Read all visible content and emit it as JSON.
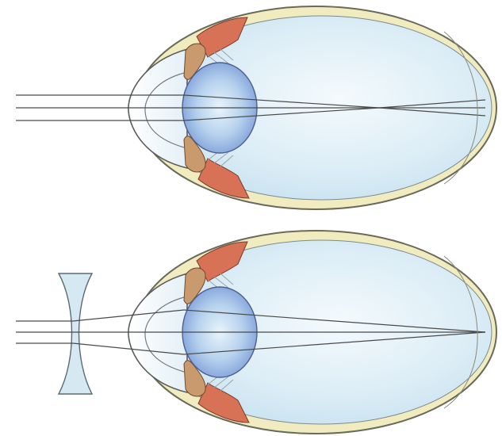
{
  "colors": {
    "sclera_fill": "#f1ecc0",
    "sclera_stroke": "#6a6a5a",
    "vitreous_inner": "#f4fafd",
    "vitreous_outer": "#c3e0ef",
    "lens_center": "#e8f4fb",
    "lens_edge": "#7f9fd8",
    "ciliary_red": "#d77256",
    "ciliary_tan": "#c99a6e",
    "ray": "#4a4a4a",
    "corrective_lens": "#d6e9f2"
  },
  "figures": [
    {
      "id": "uncorrected-eye",
      "focus": "in-front-of-retina"
    },
    {
      "id": "corrected-eye-with-concave-lens",
      "focus": "on-retina"
    }
  ]
}
